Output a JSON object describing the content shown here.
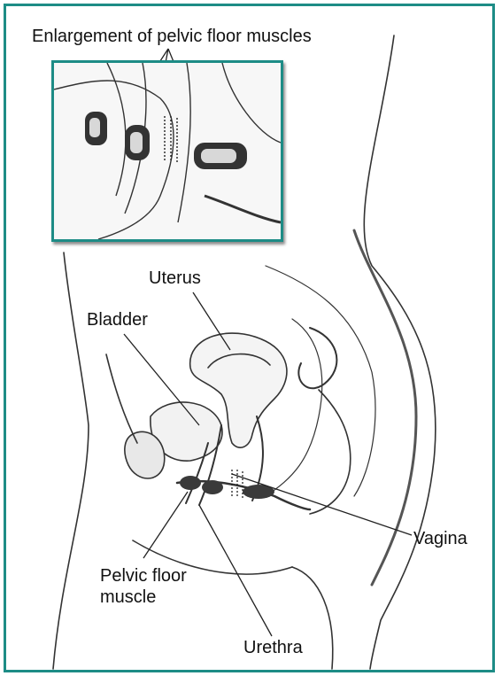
{
  "labels": {
    "enlargement": "Enlargement of pelvic floor muscles",
    "uterus": "Uterus",
    "bladder": "Bladder",
    "vagina": "Vagina",
    "pelvic_floor_line1": "Pelvic floor",
    "pelvic_floor_line2": "muscle",
    "urethra": "Urethra"
  },
  "colors": {
    "frame_border": "#1d8c86",
    "line": "#222222"
  }
}
